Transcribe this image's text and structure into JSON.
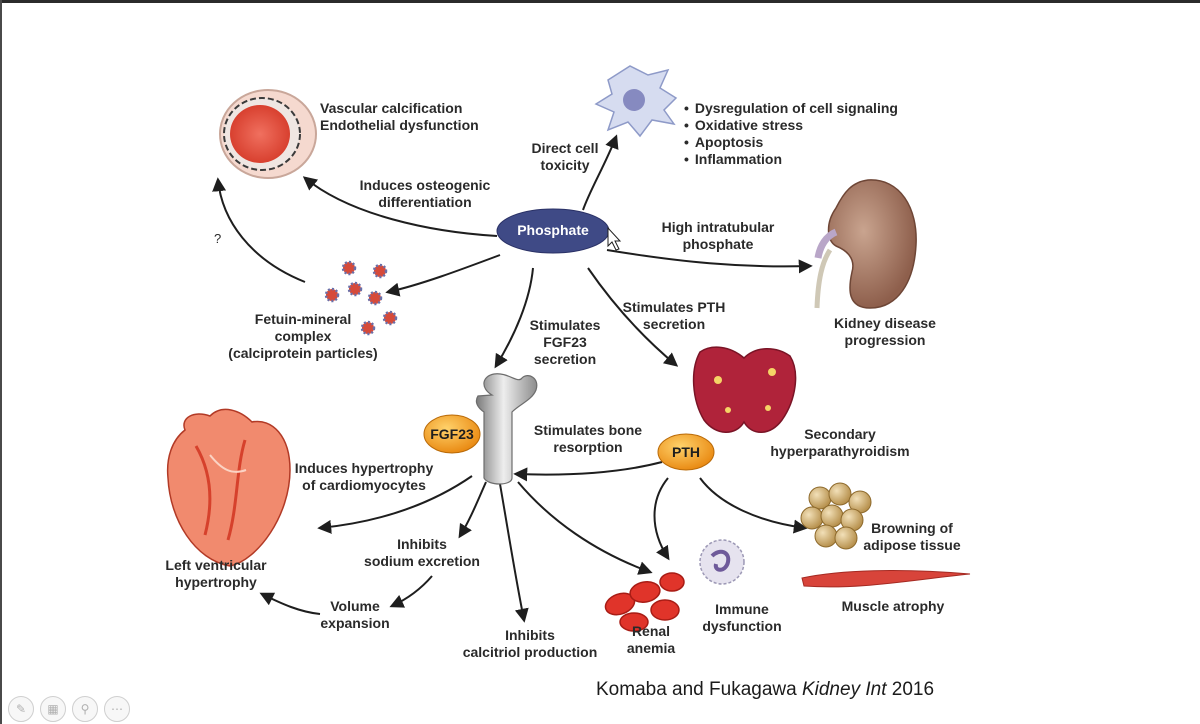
{
  "nodes": {
    "phosphate": "Phosphate",
    "fgf23": "FGF23",
    "pth": "PTH"
  },
  "labels": {
    "vascular": [
      "Vascular calcification",
      "Endothelial dysfunction"
    ],
    "direct_toxicity": [
      "Direct cell",
      "toxicity"
    ],
    "cell_effects": [
      "Dysregulation of cell signaling",
      "Oxidative stress",
      "Apoptosis",
      "Inflammation"
    ],
    "osteogenic": [
      "Induces osteogenic",
      "differentiation"
    ],
    "intratubular": [
      "High intratubular",
      "phosphate"
    ],
    "question": "?",
    "fetuin": [
      "Fetuin-mineral",
      "complex",
      "(calciprotein particles)"
    ],
    "fgf23_secretion": [
      "Stimulates",
      "FGF23",
      "secretion"
    ],
    "pth_secretion": [
      "Stimulates PTH",
      "secretion"
    ],
    "kidney": [
      "Kidney disease",
      "progression"
    ],
    "hyperpara": [
      "Secondary",
      "hyperparathyroidism"
    ],
    "bone_resorption": [
      "Stimulates bone",
      "resorption"
    ],
    "cardiomyocytes": [
      "Induces hypertrophy",
      "of cardiomyocytes"
    ],
    "lvh": [
      "Left ventricular",
      "hypertrophy"
    ],
    "sodium": [
      "Inhibits",
      "sodium excretion"
    ],
    "volume": [
      "Volume",
      "expansion"
    ],
    "calcitriol": [
      "Inhibits",
      "calcitriol production"
    ],
    "anemia": [
      "Renal",
      "anemia"
    ],
    "immune": [
      "Immune",
      "dysfunction"
    ],
    "browning": [
      "Browning of",
      "adipose tissue"
    ],
    "muscle": "Muscle atrophy"
  },
  "citation": {
    "authors": "Komaba and Fukagawa",
    "journal": "Kidney Int",
    "year": "2016"
  },
  "colors": {
    "phosphate_node": "#3f4a86",
    "fgf23_node": "#f29a1e",
    "pth_node": "#f29a1e",
    "arrow": "#1e1e1e",
    "text": "#2a2a2a"
  },
  "icons": [
    "artery-icon",
    "cell-icon",
    "kidney-icon",
    "particles-icon",
    "bone-icon",
    "parathyroid-icon",
    "heart-icon",
    "fat-cells-icon",
    "muscle-icon",
    "red-blood-cells-icon",
    "immune-cell-icon",
    "cursor-icon"
  ]
}
